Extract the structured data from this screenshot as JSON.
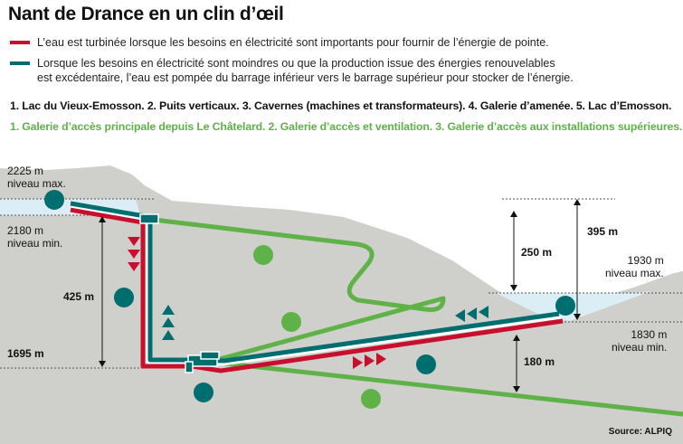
{
  "title": "Nant de Drance en un clin d’œil",
  "legend": {
    "turbine": "L’eau est turbinée lorsque les besoins en électricité sont importants pour fournir de l’énergie de pointe.",
    "pump_line1": "Lorsque les besoins en électricité sont moindres ou que la production issue des énergies renouvelables",
    "pump_line2": "est excédentaire, l’eau est pompée du barrage inférieur vers le barrage supérieur pour stocker de l’énergie."
  },
  "captions": {
    "teal": "1. Lac du Vieux-Emosson. 2. Puits verticaux. 3. Cavernes (machines et transformateurs). 4. Galerie d’amenée. 5. Lac d’Emosson.",
    "green": "1. Galerie d’accès principale depuis Le Châtelard. 2. Galerie d’accès et ventilation. 3. Galerie d’accès aux installations supérieures."
  },
  "levels": {
    "upper_max_value": "2225 m",
    "upper_max_label": "niveau max.",
    "upper_min_value": "2180 m",
    "upper_min_label": "niveau min.",
    "cavern_value": "1695 m",
    "lower_max_value": "1930 m",
    "lower_max_label": "niveau max.",
    "lower_min_value": "1830 m",
    "lower_min_label": "niveau min."
  },
  "dimensions": {
    "drop_425": "425 m",
    "gap_250": "250 m",
    "gap_395": "395 m",
    "gap_180": "180 m"
  },
  "source": "Source: ALPIQ",
  "colors": {
    "turbine": "#c8102e",
    "pump": "#006d6f",
    "access": "#5fb248",
    "mountain": "#cfcfcb",
    "water": "#dbeef5"
  }
}
